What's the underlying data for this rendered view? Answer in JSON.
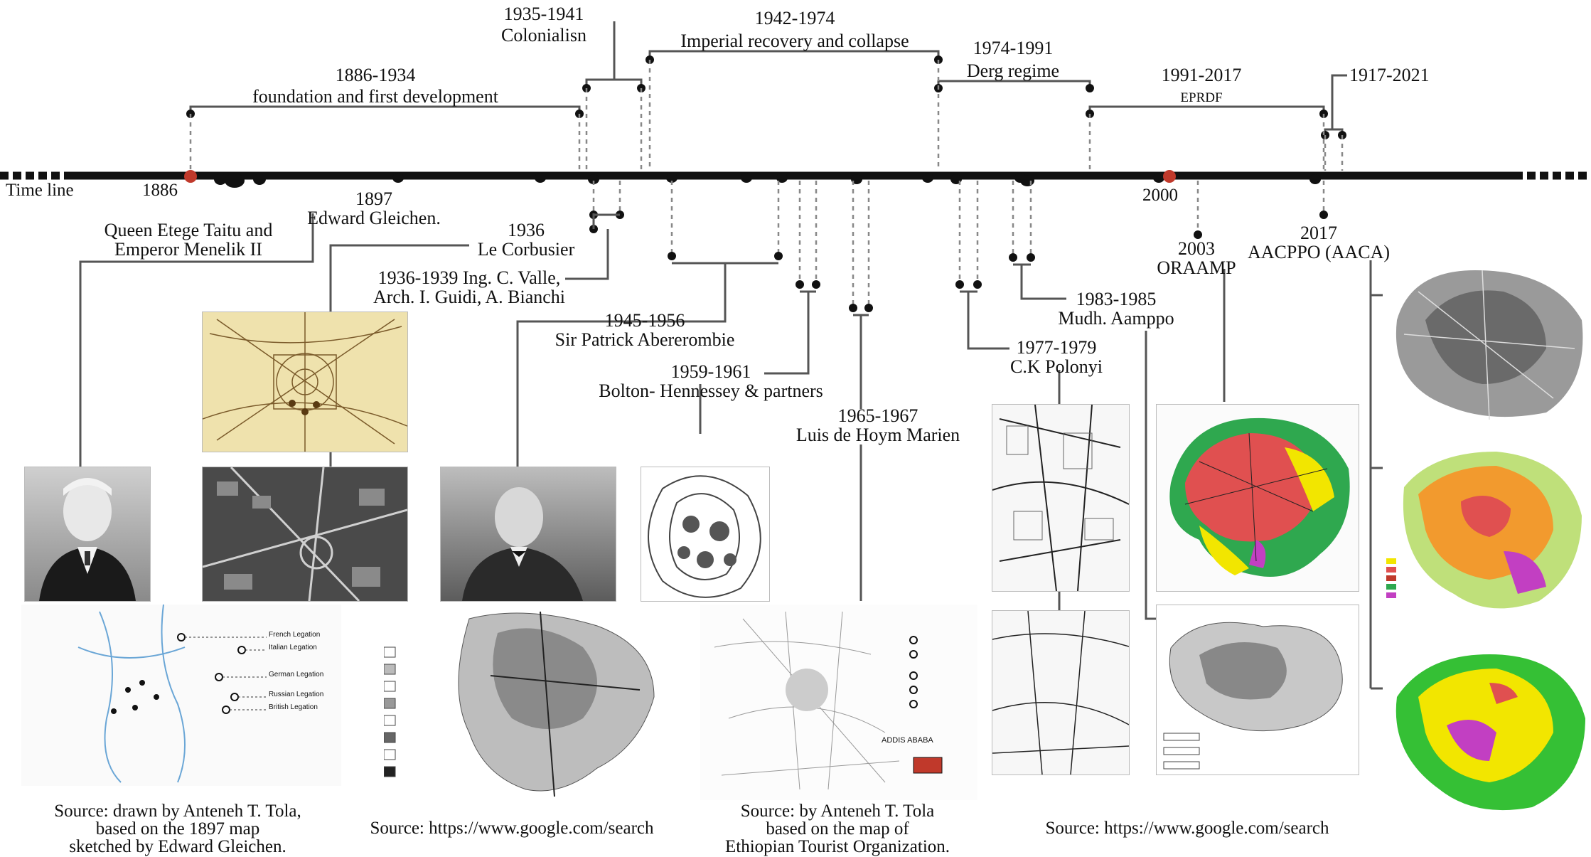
{
  "timeline": {
    "label": "Time line",
    "markers": [
      {
        "year": "1886",
        "color": "#c0392b"
      },
      {
        "year": "2000",
        "color": "#c0392b"
      }
    ]
  },
  "periods": [
    {
      "years": "1886-1934",
      "name": "foundation and first development"
    },
    {
      "years": "1935-1941",
      "name": "Colonialisn"
    },
    {
      "years": "1942-1974",
      "name": "Imperial recovery and collapse"
    },
    {
      "years": "1974-1991",
      "name": "Derg regime"
    },
    {
      "years": "1991-2017",
      "name": "EPRDF"
    },
    {
      "years": "1917-2021",
      "name": ""
    }
  ],
  "plans": [
    {
      "line1": "Queen Etege Taitu and",
      "line2": "Emperor Menelik II"
    },
    {
      "line1": "1897",
      "line2": "Edward Gleichen."
    },
    {
      "line1": "1936",
      "line2": "Le Corbusier"
    },
    {
      "line1": "1936-1939 Ing. C. Valle,",
      "line2": "Arch. I. Guidi, A. Bianchi"
    },
    {
      "line1": "1945-1956",
      "line2": "Sir Patrick Abererombie"
    },
    {
      "line1": "1959-1961",
      "line2": "Bolton- Hennessey & partners"
    },
    {
      "line1": "1965-1967",
      "line2": "Luis de Hoym Marien"
    },
    {
      "line1": "1977-1979",
      "line2": "C.K Polonyi"
    },
    {
      "line1": "1983-1985",
      "line2": "Mudh. Aamppo"
    },
    {
      "line1": "2003",
      "line2": "ORAAMP"
    },
    {
      "line1": "2017",
      "line2": "AACPPO (AACA)"
    }
  ],
  "sources": [
    {
      "line1": "Source: drawn by Anteneh T. Tola,",
      "line2": "based on the 1897 map",
      "line3": "sketched by Edward Gleichen."
    },
    {
      "line1": "Source: https://www.google.com/search"
    },
    {
      "line1": "Source: by Anteneh T. Tola",
      "line2": "based on the map of",
      "line3": "Ethiopian Tourist Organization."
    },
    {
      "line1": "Source: https://www.google.com/search"
    }
  ],
  "map_labels": {
    "legations": [
      "French Legation",
      "Italian Legation",
      "German Legation",
      "Russian Legation",
      "British Legation"
    ],
    "amharic_title": "ADDIS ABABA"
  },
  "colors": {
    "timeline": "#111111",
    "dash": "#888888",
    "accent_red": "#c0392b",
    "map_red": "#e05050",
    "map_green": "#2fa84f",
    "map_yellow": "#f2e600",
    "map_magenta": "#c23fc2",
    "map_orange": "#f29a2e"
  }
}
